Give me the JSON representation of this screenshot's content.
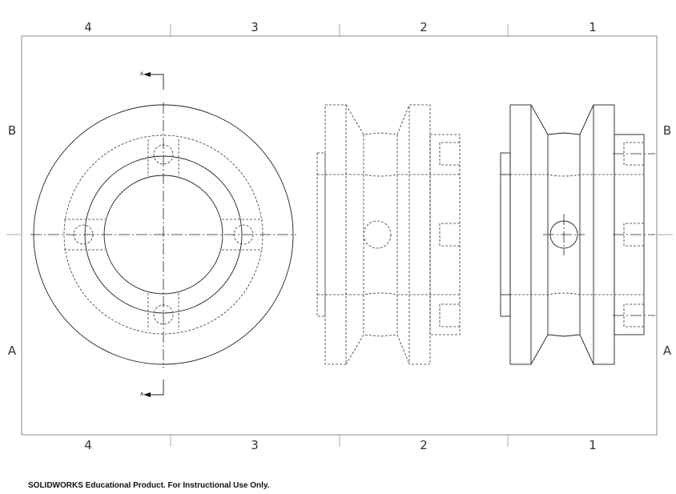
{
  "sheet": {
    "zones_top": [
      "4",
      "3",
      "2",
      "1"
    ],
    "zones_bottom": [
      "4",
      "3",
      "2",
      "1"
    ],
    "zones_left": [
      "B",
      "A"
    ],
    "zones_right": [
      "B",
      "A"
    ],
    "section_labels": [
      "A",
      "A"
    ]
  },
  "footer": {
    "watermark": "SOLIDWORKS Educational Product. For Instructional Use Only."
  }
}
